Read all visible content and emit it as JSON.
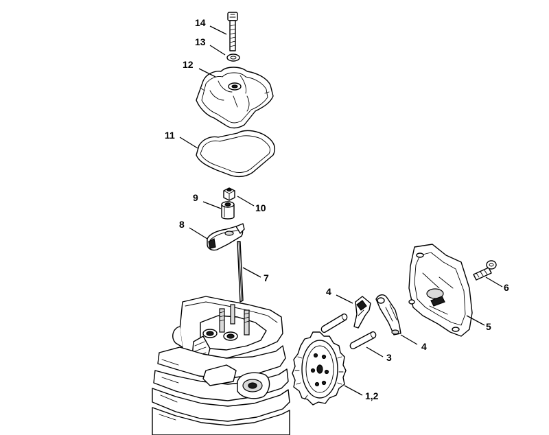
{
  "diagram": {
    "callouts": [
      {
        "id": "14",
        "label": "14"
      },
      {
        "id": "13",
        "label": "13"
      },
      {
        "id": "12",
        "label": "12"
      },
      {
        "id": "11",
        "label": "11"
      },
      {
        "id": "9",
        "label": "9"
      },
      {
        "id": "10",
        "label": "10"
      },
      {
        "id": "8",
        "label": "8"
      },
      {
        "id": "7",
        "label": "7"
      },
      {
        "id": "4a",
        "label": "4"
      },
      {
        "id": "4b",
        "label": "4"
      },
      {
        "id": "6",
        "label": "6"
      },
      {
        "id": "5",
        "label": "5"
      },
      {
        "id": "3",
        "label": "3"
      },
      {
        "id": "12gear",
        "label": "1,2"
      }
    ]
  }
}
